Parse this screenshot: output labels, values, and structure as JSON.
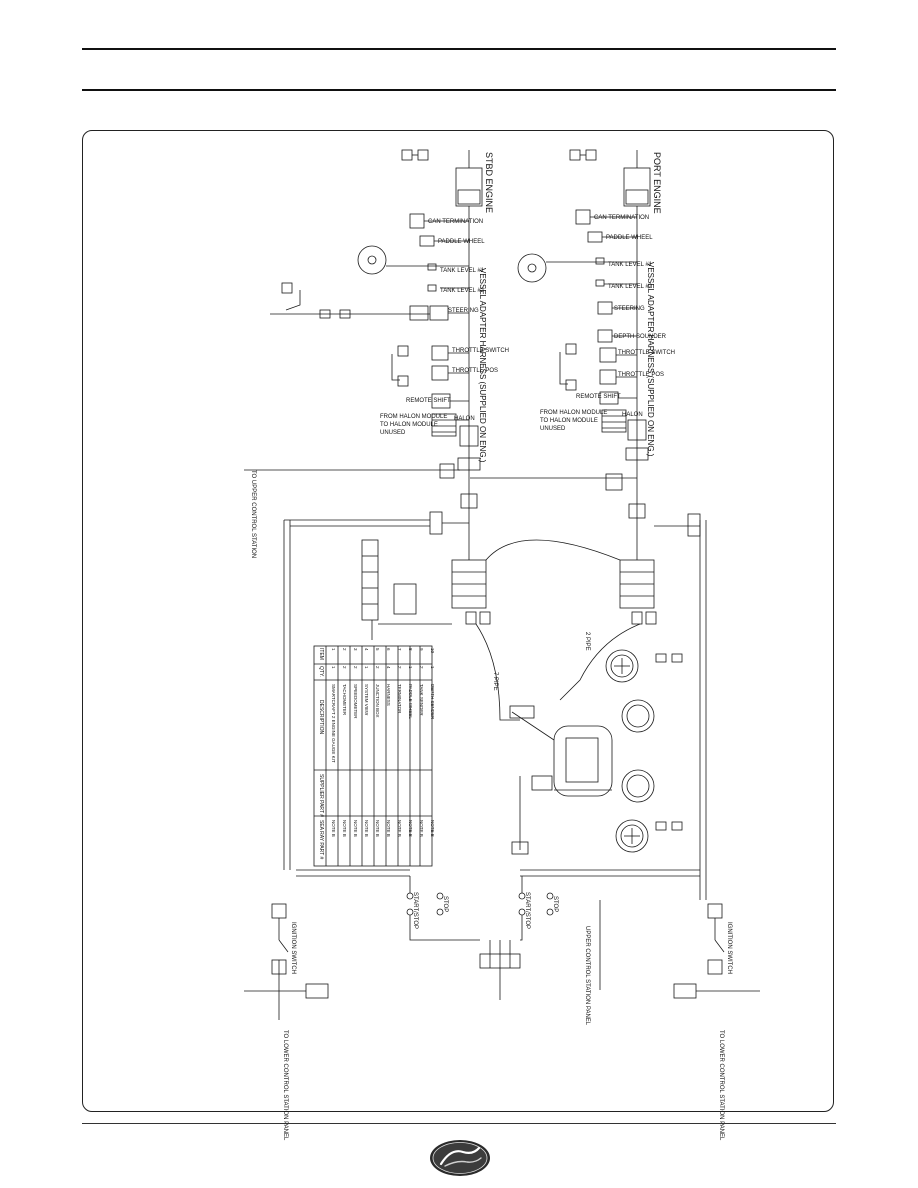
{
  "header": {
    "top_rule": "",
    "bottom_rule": ""
  },
  "diagram": {
    "stbd": {
      "engine": "STBD ENGINE",
      "adapter": "VESSEL ADAPTER HARNESS (SUPPLIED ON ENG.)",
      "can_termination": "CAN TERMINATION",
      "paddle_wheel": "PADDLE WHEEL",
      "tank1": "TANK LEVEL #1",
      "tank2": "TANK LEVEL #2",
      "steering": "STEERING",
      "throttle_switch": "THROTTLE SWITCH",
      "throttle_pos": "THROTTLE POS",
      "remote_shift": "REMOTE SHIFT",
      "halon": "HALON",
      "from_halon": "FROM HALON MODULE",
      "to_halon": "TO HALON MODULE",
      "unused": "UNUSED",
      "to_upper": "TO UPPER CONTROL STATION"
    },
    "port": {
      "engine": "PORT ENGINE",
      "adapter": "VESSEL ADAPTER HARNESS (SUPPLIED ON ENG.)",
      "can_termination": "CAN TERMINATION",
      "paddle_wheel": "PADDLE WHEEL",
      "tank1": "TANK LEVEL #1",
      "tank2": "TANK LEVEL #2",
      "steering": "STEERING",
      "depth": "DEPTH SOUNDER",
      "throttle_switch": "THROTTLE SWITCH",
      "throttle_pos": "THROTTLE POS",
      "remote_shift": "REMOTE SHIFT",
      "halon": "HALON",
      "from_halon": "FROM HALON MODULE",
      "to_halon": "TO HALON MODULE",
      "unused": "UNUSED"
    },
    "lower": {
      "start_stop": "START/STOP",
      "stop": "STOP",
      "ignition": "IGNITION SWITCH",
      "to_lower": "TO LOWER CONTROL STATION PANEL",
      "upper_panel": "UPPER CONTROL STATION PANEL",
      "pipe": "7 PIPE",
      "pipe2": "2 PIPE"
    },
    "table": {
      "headers": [
        "ITEM",
        "QTY.",
        "DESCRIPTION",
        "SUPPLIER PART #",
        "SEA RAY PART #"
      ],
      "rows": [
        [
          "1",
          "1",
          "SMARTCRAFT 2 ENGINE GAUGE KIT",
          "",
          "NOTE B"
        ],
        [
          "2",
          "2",
          "TACHOMETER",
          "",
          "NOTE B"
        ],
        [
          "3",
          "2",
          "SPEEDOMETER",
          "",
          "NOTE B"
        ],
        [
          "4",
          "1",
          "SYSTEM VIEW",
          "",
          "NOTE B"
        ],
        [
          "5",
          "2",
          "JUNCTION BOX",
          "",
          "NOTE B"
        ],
        [
          "6",
          "4",
          "HARNESS",
          "",
          "NOTE B"
        ],
        [
          "7",
          "2",
          "TERMINATOR",
          "",
          "NOTE B"
        ],
        [
          "8",
          "1",
          "PADDLE WHEEL",
          "",
          "NOTE B"
        ],
        [
          "9",
          "2",
          "TANK SENDER",
          "",
          "NOTE B"
        ],
        [
          "10",
          "1",
          "DEPTH SENDER",
          "",
          "NOTE B"
        ]
      ]
    }
  },
  "colors": {
    "line": "#1a1a1a",
    "frame": "#222222",
    "logo_dark": "#2a2a2a"
  },
  "icons": {
    "brand_logo": "sea-ray-logo-icon"
  }
}
